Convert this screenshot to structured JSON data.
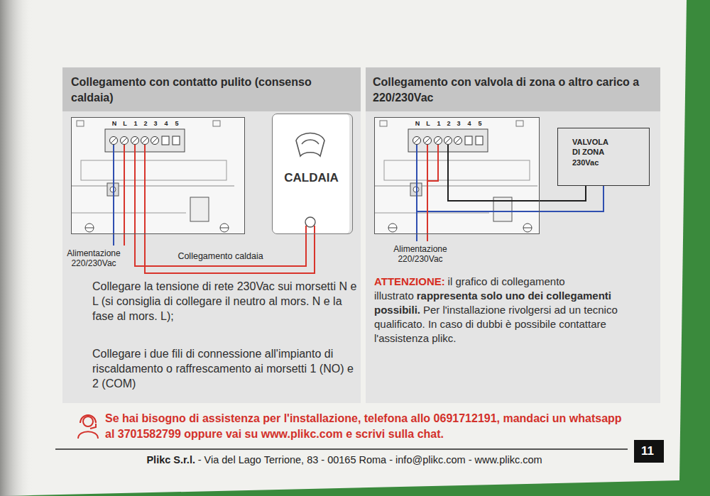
{
  "diagram": {
    "nodes": [
      {
        "text": [
          "Collegamento con contatto pulito (consenso caldaia)",
          "Collegare la tensione di rete 230Vac sui morsetti N e L (si consiglia di collegare il neutro al mors. N e la fase al mors. L);",
          "Collegare i due fili di connessione all'impianto di riscaldamento o raffrescamento ai morsetti 1 (NO) e 2 (COM)"
        ]
      },
      {
        "text": [
          "N",
          "L",
          "1",
          "2",
          "3",
          "4",
          "5"
        ],
        "in": 0
      },
      {
        "text": [
          "CALDAIA"
        ],
        "in": 0
      },
      {
        "text": [
          "Collegamento con valvola di zona o altro carico a 220/230Vac",
          "ATTENZIONE:",
          "il grafico di collegamento illustrato",
          "rappresenta solo uno dei collegamenti possibili.",
          "Per l'installazione rivolgersi ad un tecnico qualificato. In caso di dubbi è possibile contattare l'assistenza plikc."
        ]
      },
      {
        "text": [
          "N",
          "L",
          "1",
          "2",
          "3",
          "4",
          "5"
        ],
        "in": 3
      },
      {
        "text": [
          "VALVOLA DI ZONA 230Vac"
        ],
        "in": 3
      },
      {
        "text": [
          "11"
        ]
      }
    ],
    "edges": [
      {
        "from": 1,
        "to": 2,
        "arrow": "none",
        "label": "Collegamento caldaia"
      },
      {
        "from": 1,
        "to": 2,
        "arrow": "none"
      },
      {
        "from": 4,
        "to": 5,
        "arrow": "none"
      },
      {
        "from": 4,
        "to": 5,
        "arrow": "none"
      }
    ],
    "labels": [
      "Alimentazione 220/230Vac",
      "Alimentazione 220/230Vac",
      "Se hai bisogno di assistenza per l'installazione, telefona allo 0691712191, mandaci un whatsapp al 3701582799 oppure vai su www.plikc.com e scrivi sulla chat.",
      "Plikc S.r.l.",
      "- Via del Lago Terrione, 83 - 00165 Roma - info@plikc.com - www.plikc.com"
    ]
  }
}
